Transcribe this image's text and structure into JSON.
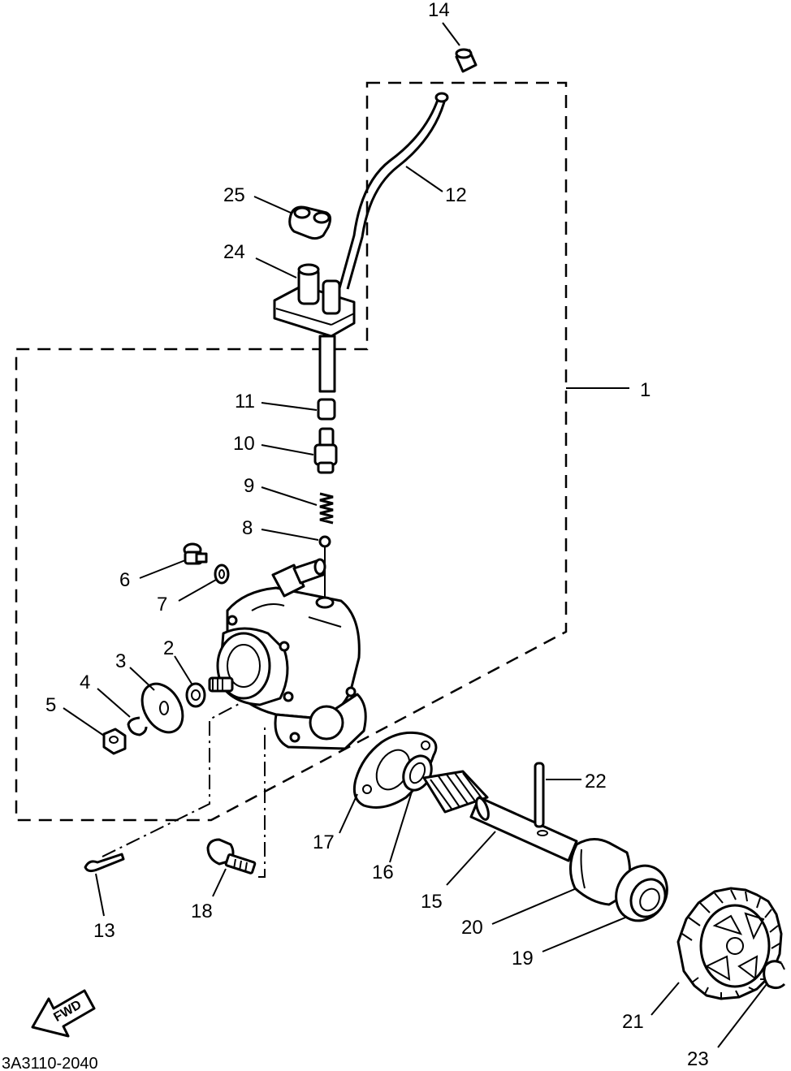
{
  "diagram": {
    "drawing_code": "3A3110-2040",
    "fwd_label": "FWD",
    "callouts": {
      "c1": "1",
      "c2": "2",
      "c3": "3",
      "c4": "4",
      "c5": "5",
      "c6": "6",
      "c7": "7",
      "c8": "8",
      "c9": "9",
      "c10": "10",
      "c11": "11",
      "c12": "12",
      "c13": "13",
      "c14": "14",
      "c15": "15",
      "c16": "16",
      "c17": "17",
      "c18": "18",
      "c19": "19",
      "c20": "20",
      "c21": "21",
      "c22": "22",
      "c23": "23",
      "c24": "24",
      "c25": "25"
    }
  }
}
